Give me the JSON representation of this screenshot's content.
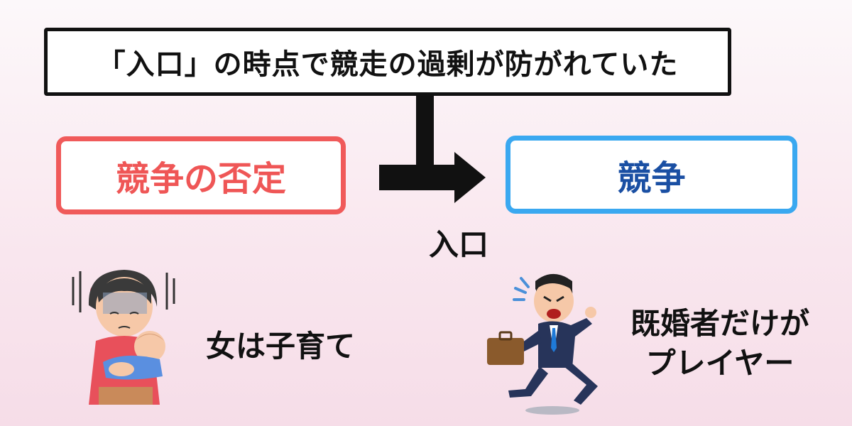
{
  "headline": "「入口」の時点で競走の過剰が防がれていた",
  "left_box": {
    "label": "競争の否定",
    "color": "#ef5656"
  },
  "right_box": {
    "label": "競争",
    "color": "#1a4fa3"
  },
  "arrow_label": "入口",
  "left_caption": "女は子育て",
  "right_caption": {
    "line1": "既婚者だけが",
    "line2": "プレイヤー"
  },
  "illustrations": {
    "left": "tired-mother-with-baby",
    "right": "running-businessman-with-briefcase"
  }
}
